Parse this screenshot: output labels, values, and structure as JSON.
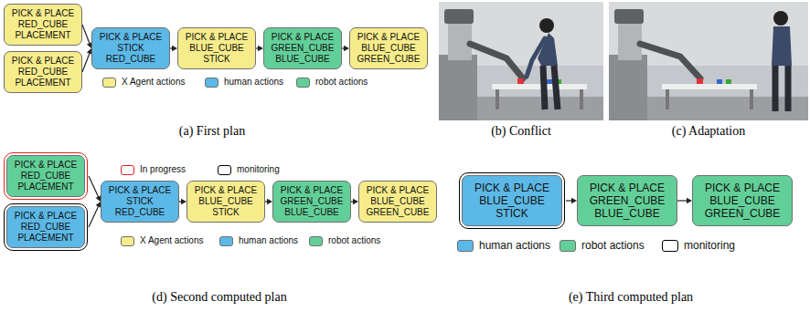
{
  "diagram": {
    "nodes": [
      {
        "text": [
          "PICK & PLACE RED_CUBE PLACEMENT"
        ]
      },
      {
        "text": [
          "PICK & PLACE RED_CUBE PLACEMENT"
        ]
      },
      {
        "text": [
          "PICK & PLACE STICK RED_CUBE"
        ]
      },
      {
        "text": [
          "PICK & PLACE BLUE_CUBE STICK"
        ]
      },
      {
        "text": [
          "PICK & PLACE GREEN_CUBE BLUE_CUBE"
        ]
      },
      {
        "text": [
          "PICK & PLACE BLUE_CUBE GREEN_CUBE"
        ]
      },
      {
        "text": [
          "PICK & PLACE RED_CUBE PLACEMENT"
        ]
      },
      {
        "text": [
          "PICK & PLACE RED_CUBE PLACEMENT"
        ]
      },
      {
        "text": [
          "PICK & PLACE STICK RED_CUBE"
        ]
      },
      {
        "text": [
          "PICK & PLACE BLUE_CUBE STICK"
        ]
      },
      {
        "text": [
          "PICK & PLACE GREEN_CUBE BLUE_CUBE"
        ]
      },
      {
        "text": [
          "PICK & PLACE BLUE_CUBE GREEN_CUBE"
        ]
      },
      {
        "text": [
          "PICK & PLACE BLUE_CUBE STICK"
        ]
      },
      {
        "text": [
          "PICK & PLACE GREEN_CUBE BLUE_CUBE"
        ]
      },
      {
        "text": [
          "PICK & PLACE BLUE_CUBE GREEN_CUBE"
        ]
      }
    ],
    "edges": [
      {
        "from": 0,
        "to": 2,
        "arrow": "to"
      },
      {
        "from": 1,
        "to": 2,
        "arrow": "to"
      },
      {
        "from": 2,
        "to": 3,
        "arrow": "to"
      },
      {
        "from": 3,
        "to": 4,
        "arrow": "to"
      },
      {
        "from": 4,
        "to": 5,
        "arrow": "to"
      },
      {
        "from": 6,
        "to": 8,
        "arrow": "to"
      },
      {
        "from": 7,
        "to": 8,
        "arrow": "to"
      },
      {
        "from": 8,
        "to": 9,
        "arrow": "to"
      },
      {
        "from": 9,
        "to": 10,
        "arrow": "to"
      },
      {
        "from": 10,
        "to": 11,
        "arrow": "to"
      },
      {
        "from": 12,
        "to": 13,
        "arrow": "to"
      },
      {
        "from": 13,
        "to": 14,
        "arrow": "to"
      }
    ],
    "labels": [
      "(a) First plan",
      "(b) Conflict",
      "(c) Adaptation",
      "(d) Second computed plan",
      "(e) Third computed plan"
    ],
    "legend": [
      {
        "text": "X Agent actions",
        "color": "#f7ec8b"
      },
      {
        "text": "human actions",
        "color": "#5cb8e6"
      },
      {
        "text": "robot actions",
        "color": "#62cf98"
      },
      {
        "text": "In progress"
      },
      {
        "text": "monitoring"
      },
      {
        "text": "X Agent actions",
        "color": "#f7ec8b"
      },
      {
        "text": "human actions",
        "color": "#5cb8e6"
      },
      {
        "text": "robot actions",
        "color": "#62cf98"
      },
      {
        "text": "human actions",
        "color": "#5cb8e6"
      },
      {
        "text": "robot actions",
        "color": "#62cf98"
      },
      {
        "text": "monitoring"
      }
    ]
  }
}
